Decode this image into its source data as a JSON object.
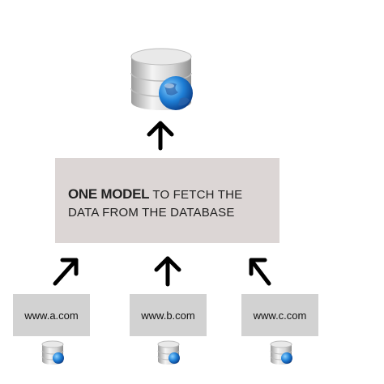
{
  "model": {
    "strong": "ONE MODEL",
    "rest": " TO FETCH THE DATA FROM THE DATABASE"
  },
  "sites": [
    {
      "label": "www.a.com"
    },
    {
      "label": "www.b.com"
    },
    {
      "label": "www.c.com"
    }
  ],
  "icons": {
    "database": "database-icon",
    "globe": "globe-icon"
  },
  "colors": {
    "box": "#dcd6d5",
    "site_box": "#d2d2d2",
    "arrow": "#000000",
    "globe": "#1f7fd6"
  }
}
